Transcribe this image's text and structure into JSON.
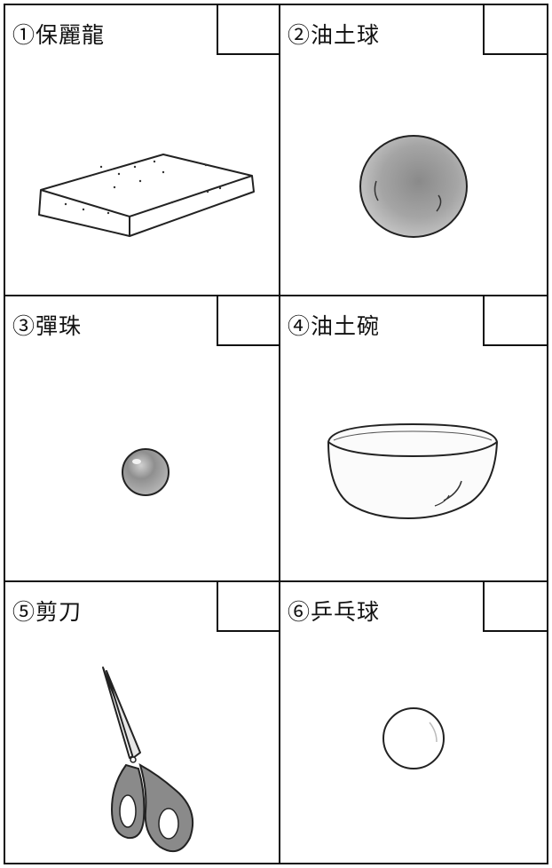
{
  "cards": [
    {
      "label": "①保麗龍"
    },
    {
      "label": "②油土球"
    },
    {
      "label": "③彈珠"
    },
    {
      "label": "④油土碗"
    },
    {
      "label": "⑤剪刀"
    },
    {
      "label": "⑥乒乓球"
    }
  ]
}
